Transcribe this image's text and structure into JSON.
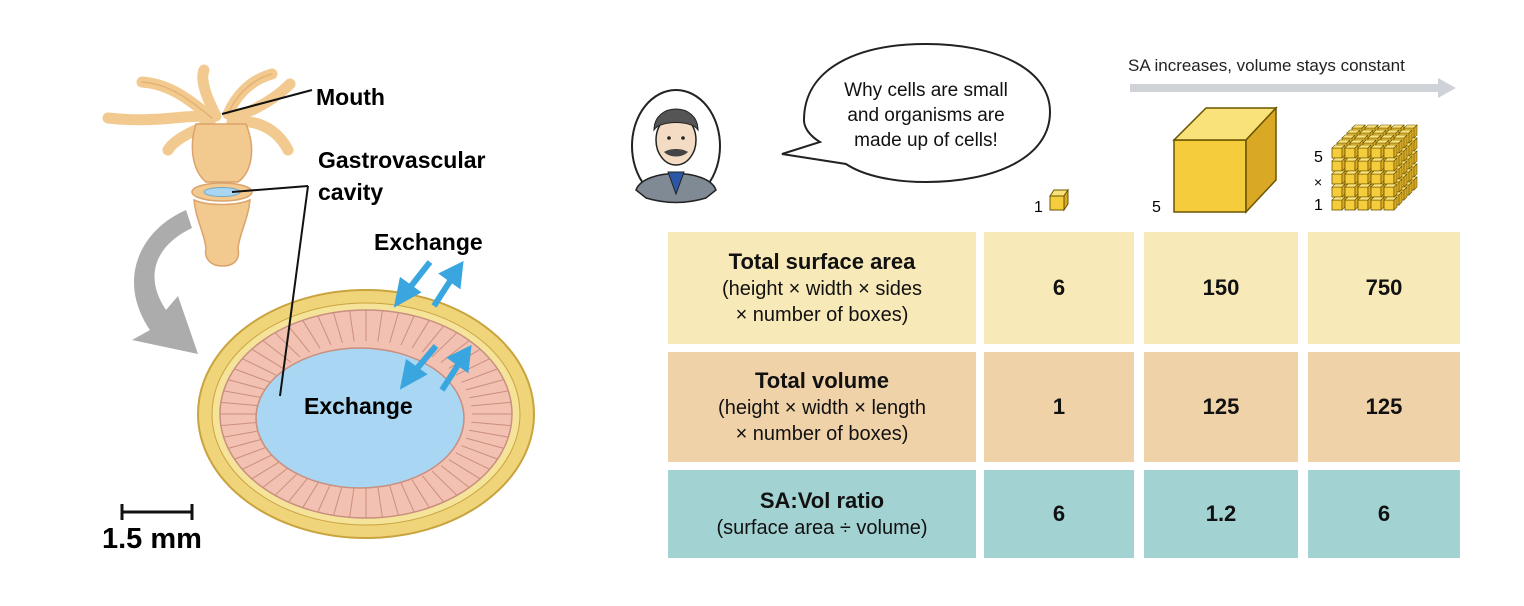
{
  "left_diagram": {
    "labels": {
      "mouth": "Mouth",
      "cavity_line1": "Gastrovascular",
      "cavity_line2": "cavity",
      "exchange_outer": "Exchange",
      "exchange_inner": "Exchange",
      "scale": "1.5 mm"
    },
    "colors": {
      "body": "#f2c98f",
      "epidermis": "#f0d47a",
      "gastrodermis": "#f2c1b1",
      "cavity": "#a9d6f2",
      "exchange_arrows": "#3aa6e0",
      "curved_arrow": "#9e9e9e"
    }
  },
  "right_panel": {
    "speech_bubble": [
      "Why cells are small",
      "and organisms are",
      "made up of cells!"
    ],
    "arrow_caption": "SA increases, volume stays constant",
    "cube_labels": {
      "small": "1",
      "large": "5",
      "many_top": "5",
      "many_mid": "×",
      "many_bottom": "1"
    },
    "table": {
      "rows": [
        {
          "title": "Total surface area",
          "sub1": "(height × width × sides",
          "sub2": "× number of boxes)",
          "values": [
            "6",
            "150",
            "750"
          ]
        },
        {
          "title": "Total volume",
          "sub1": "(height × width × length",
          "sub2": "× number of boxes)",
          "values": [
            "1",
            "125",
            "125"
          ]
        },
        {
          "title": "SA:Vol ratio",
          "sub1": "(surface area ÷ volume)",
          "values": [
            "6",
            "1.2",
            "6"
          ]
        }
      ]
    },
    "colors": {
      "row_surface": "#f8e9b8",
      "row_volume": "#f0d2a8",
      "row_ratio": "#a3d2d3",
      "cube_face": "#f5cc3c",
      "cube_top": "#fae27a",
      "cube_side": "#d9a925"
    }
  }
}
